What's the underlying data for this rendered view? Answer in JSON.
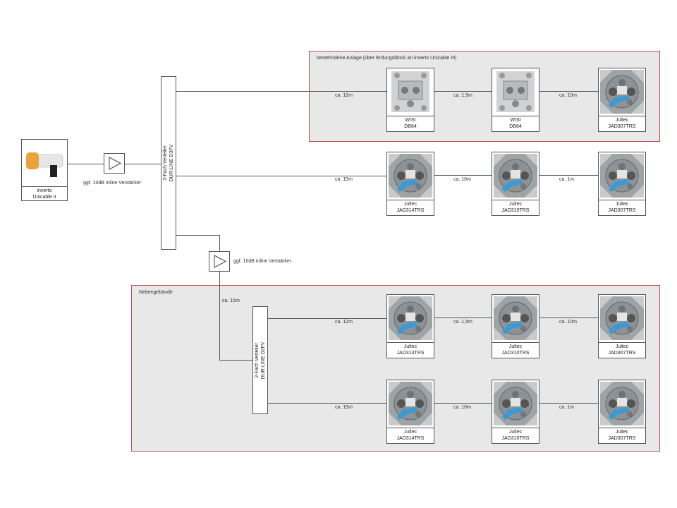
{
  "lnb": {
    "name": "inverto",
    "model": "Unicable II"
  },
  "amplifier_label": "ggf. 10dB inline Verstärker",
  "splitter_main": {
    "line1": "3-Fach Verteiler",
    "line2": "DUR-LINE D3FV"
  },
  "splitter_secondary": {
    "line1": "2-Fach Verteiler",
    "line2": "DUR-LINE D2FV"
  },
  "feed_cable_label": "ca. 15m",
  "zones": {
    "existing": "bestehndene Anlage (über Erdungsblock an inverto Unicable III)",
    "annex": "Nebengebäude"
  },
  "rows": [
    {
      "cables": [
        "ca. 12m",
        "ca. 1,5m",
        "ca. 10m"
      ],
      "devices": [
        {
          "brand": "WISI",
          "model": "DB64",
          "kind": "wisi"
        },
        {
          "brand": "WISI",
          "model": "DB64",
          "kind": "wisi"
        },
        {
          "brand": "Jultec",
          "model": "JAD307TRS",
          "kind": "jultec"
        }
      ]
    },
    {
      "cables": [
        "ca. 15m",
        "ca. 10m",
        "ca. 1m"
      ],
      "devices": [
        {
          "brand": "Jultec",
          "model": "JAD314TRS",
          "kind": "jultec"
        },
        {
          "brand": "Jultec",
          "model": "JAD310TRS",
          "kind": "jultec"
        },
        {
          "brand": "Jultec",
          "model": "JAD307TRS",
          "kind": "jultec"
        }
      ]
    },
    {
      "cables": [
        "ca. 12m",
        "ca. 1,5m",
        "ca. 10m"
      ],
      "devices": [
        {
          "brand": "Jultec",
          "model": "JAD314TRS",
          "kind": "jultec"
        },
        {
          "brand": "Jultec",
          "model": "JAD310TRS",
          "kind": "jultec"
        },
        {
          "brand": "Jultec",
          "model": "JAD307TRS",
          "kind": "jultec"
        }
      ]
    },
    {
      "cables": [
        "ca. 15m",
        "ca. 10m",
        "ca. 1m"
      ],
      "devices": [
        {
          "brand": "Jultec",
          "model": "JAD314TRS",
          "kind": "jultec"
        },
        {
          "brand": "Jultec",
          "model": "JAD310TRS",
          "kind": "jultec"
        },
        {
          "brand": "Jultec",
          "model": "JAD307TRS",
          "kind": "jultec"
        }
      ]
    }
  ]
}
